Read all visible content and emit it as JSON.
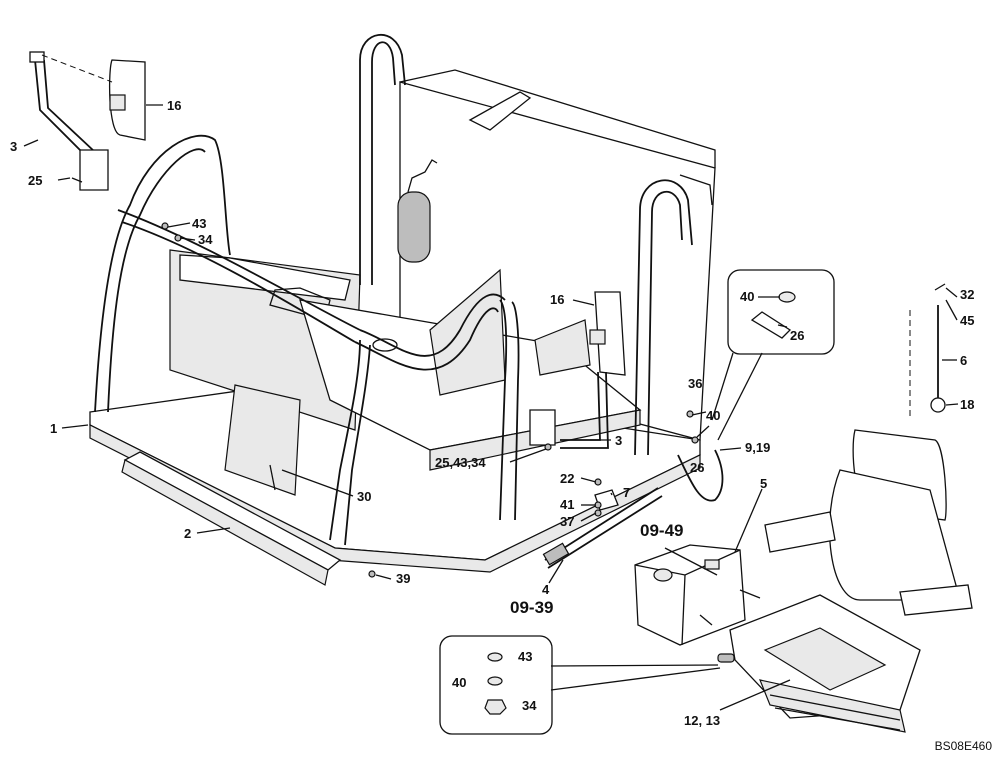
{
  "callouts": [
    "1",
    "2",
    "3",
    "3",
    "4",
    "5",
    "6",
    "7",
    "9,19",
    "12, 13",
    "16",
    "16",
    "18",
    "22",
    "25",
    "25,43,34",
    "26",
    "26",
    "30",
    "32",
    "34",
    "34",
    "36",
    "37",
    "39",
    "40",
    "40",
    "40",
    "41",
    "43",
    "43",
    "45"
  ],
  "references": [
    "09-49",
    "09-39"
  ],
  "drawing_code": "BS08E460",
  "colors": {
    "line": "#111111",
    "background": "#ffffff",
    "shade": "#e9e9e9"
  }
}
